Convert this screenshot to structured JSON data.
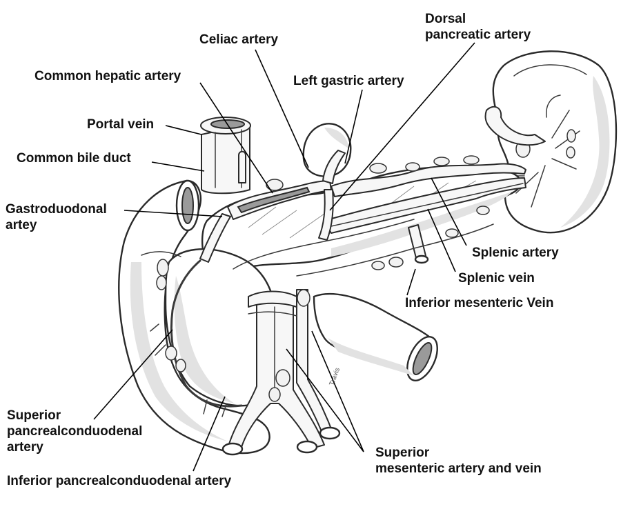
{
  "labels": {
    "celiac_artery": "Celiac artery",
    "dorsal_pancreatic_artery": [
      "Dorsal",
      "pancreatic artery"
    ],
    "common_hepatic_artery": "Common hepatic artery",
    "left_gastric_artery": "Left gastric artery",
    "portal_vein": "Portal vein",
    "common_bile_duct": "Common bile duct",
    "gastroduodenal_artery": [
      "Gastroduodonal",
      "artey"
    ],
    "splenic_artery": "Splenic artery",
    "splenic_vein": "Splenic vein",
    "inferior_mesenteric_vein": "Inferior mesenteric Vein",
    "superior_pancreaticoduodenal_artery": [
      "Superior",
      "pancrealconduodenal",
      "artery"
    ],
    "inferior_pancreaticoduodenal_artery": "Inferior pancrealconduodenal artery",
    "superior_mesenteric_artery_vein": [
      "Superior",
      "mesenteric artery and vein"
    ]
  },
  "signature": "Travis"
}
